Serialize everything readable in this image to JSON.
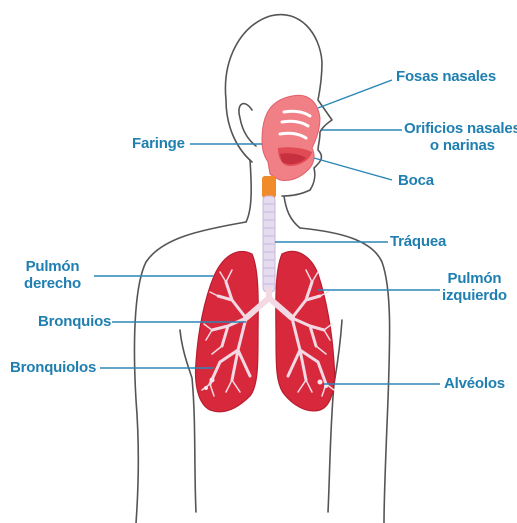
{
  "diagram": {
    "colors": {
      "label_text": "#1f7fb0",
      "leader_line": "#2b86b8",
      "body_outline": "#555555",
      "lung_fill": "#d8283c",
      "lung_edge": "#b81e30",
      "bronchi": "#f3d9e3",
      "trachea": "#e6dcef",
      "nasal_fill": "#f07f86",
      "larynx": "#f08a2a"
    },
    "labels": {
      "fosas_nasales": "Fosas nasales",
      "orificios_line1": "Orificios nasales",
      "orificios_line2": "o narinas",
      "boca": "Boca",
      "faringe": "Faringe",
      "traquea": "Tráquea",
      "pulmon_derecho_line1": "Pulmón",
      "pulmon_derecho_line2": "derecho",
      "pulmon_izquierdo_line1": "Pulmón",
      "pulmon_izquierdo_line2": "izquierdo",
      "bronquios": "Bronquios",
      "bronquiolos": "Bronquiolos",
      "alveolos": "Alvéolos"
    }
  }
}
